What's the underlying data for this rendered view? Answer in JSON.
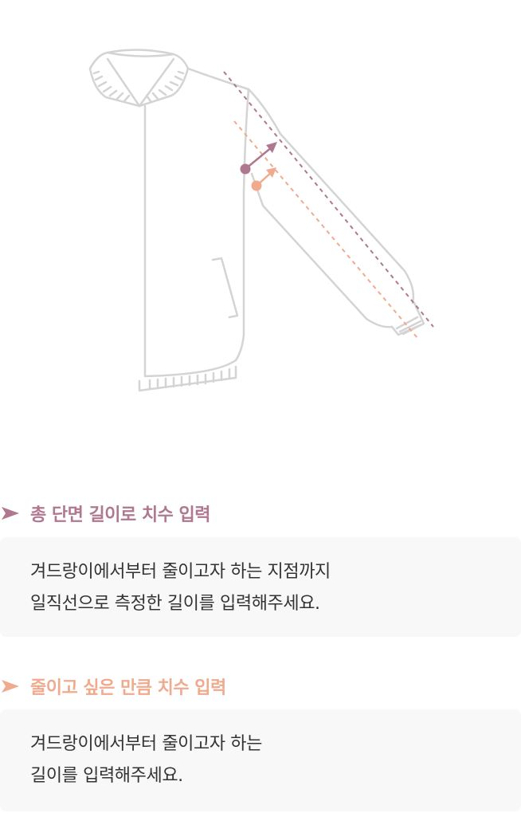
{
  "colors": {
    "total_accent": "#b07890",
    "reduce_accent": "#f0aa8e",
    "outline": "#d4d4d4",
    "box_bg": "#f8f8f8",
    "body_text": "#333333"
  },
  "illustration": {
    "garment": "jacket-outline",
    "marker_total": "dotted-line-total-length",
    "marker_reduce": "dotted-line-reduce-length"
  },
  "section_total": {
    "icon": "play-arrow-icon",
    "title": "총 단면 길이로 치수 입력",
    "lines": [
      "겨드랑이에서부터 줄이고자 하는 지점까지",
      "일직선으로 측정한 길이를 입력해주세요."
    ]
  },
  "section_reduce": {
    "icon": "play-arrow-icon",
    "title": "줄이고 싶은 만큼 치수 입력",
    "lines": [
      "겨드랑이에서부터 줄이고자 하는",
      "길이를 입력해주세요."
    ]
  }
}
